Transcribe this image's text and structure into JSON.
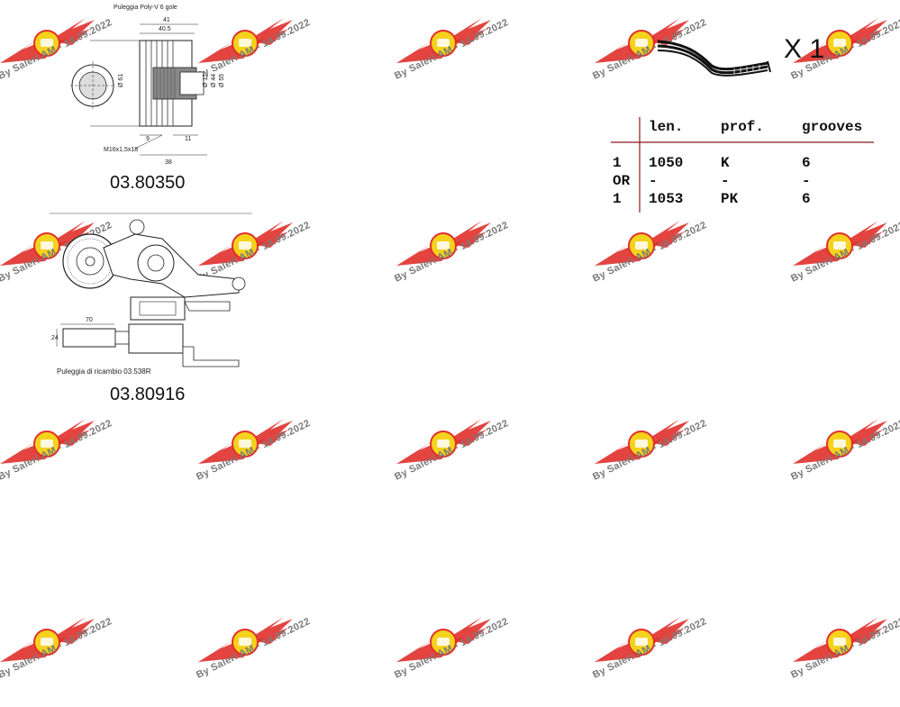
{
  "watermark": {
    "text": "By Saleri AM - 14.09.2022",
    "brand_red": "#e0302b",
    "badge_yellow": "#f5d21b"
  },
  "part1": {
    "title": "Puleggia Poly-V 6 gole",
    "code": "03.80350",
    "dims": {
      "d41": "41",
      "d40_5": "40.5",
      "d61": "Ø 61",
      "d17": "Ø 17",
      "d44": "Ø 44",
      "d55": "Ø 55",
      "d9": "9",
      "d11": "11",
      "d38": "38",
      "thread": "M16x1,5x18"
    }
  },
  "part2": {
    "code": "03.80916",
    "dim70": "70",
    "dim24": "24",
    "caption": "Puleggia di ricambio 03.538R"
  },
  "belt": {
    "multiplier": "X 1",
    "headers": [
      "len.",
      "prof.",
      "grooves"
    ],
    "rows": [
      {
        "qty": "1",
        "len": "1050",
        "prof": "K",
        "grooves": "6"
      },
      {
        "qty": "OR",
        "len": "-",
        "prof": "-",
        "grooves": "-"
      },
      {
        "qty": "1",
        "len": "1053",
        "prof": "PK",
        "grooves": "6"
      }
    ]
  }
}
